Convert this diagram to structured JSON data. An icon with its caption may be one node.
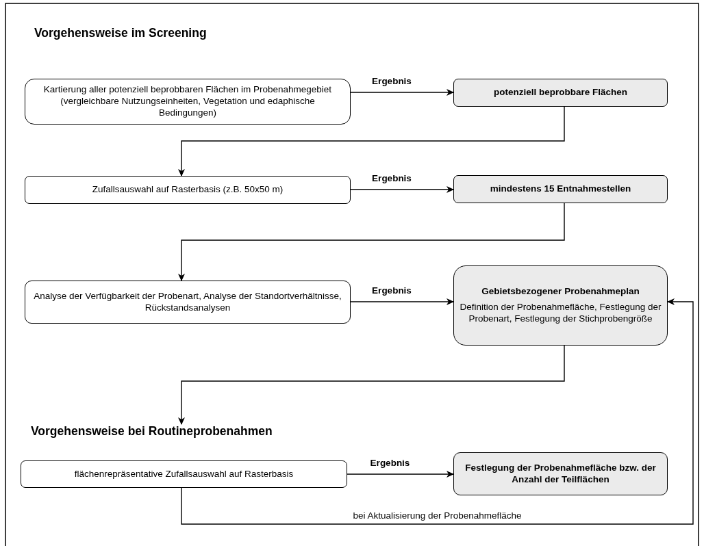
{
  "diagram": {
    "title": "Vorgehensweise im Screening",
    "nodes": [
      {
        "text": [
          "Kartierung aller potenziell beprobbaren Flächen im Probenahmegebiet (vergleichbare Nutzungseinheiten, Vegetation und edaphische Bedingungen)"
        ]
      },
      {
        "text": [
          "potenziell beprobbare Flächen"
        ]
      },
      {
        "text": [
          "Zufallsauswahl auf Rasterbasis (z.B. 50x50 m)"
        ]
      },
      {
        "text": [
          "mindestens 15  Entnahmestellen"
        ]
      },
      {
        "text": [
          "Analyse der Verfügbarkeit der Probenart, Analyse der Standortverhältnisse, Rückstandsanalysen"
        ]
      },
      {
        "text": [
          "Gebietsbezogener Probenahmeplan",
          "Definition der Probenahmefläche, Festlegung der Probenart, Festlegung der Stichprobengröße"
        ]
      },
      {
        "text": [
          "Vorgehensweise bei Routineprobenahmen"
        ]
      },
      {
        "text": [
          "flächenrepräsentative Zufallsauswahl auf Rasterbasis"
        ]
      },
      {
        "text": [
          "Festlegung der Probenahmefläche bzw. der Anzahl der Teilflächen"
        ]
      }
    ],
    "edges": [
      {
        "from": 0,
        "to": 1,
        "arrow": "to",
        "label": "Ergebnis"
      },
      {
        "from": 1,
        "to": 2,
        "arrow": "to"
      },
      {
        "from": 2,
        "to": 3,
        "arrow": "to",
        "label": "Ergebnis"
      },
      {
        "from": 3,
        "to": 4,
        "arrow": "to"
      },
      {
        "from": 4,
        "to": 5,
        "arrow": "to",
        "label": "Ergebnis"
      },
      {
        "from": 5,
        "to": 6,
        "arrow": "to"
      },
      {
        "from": 7,
        "to": 8,
        "arrow": "to",
        "label": "Ergebnis"
      },
      {
        "from": 7,
        "to": 5,
        "arrow": "to",
        "label": "bei Aktualisierung der Probenahmefläche"
      }
    ]
  }
}
